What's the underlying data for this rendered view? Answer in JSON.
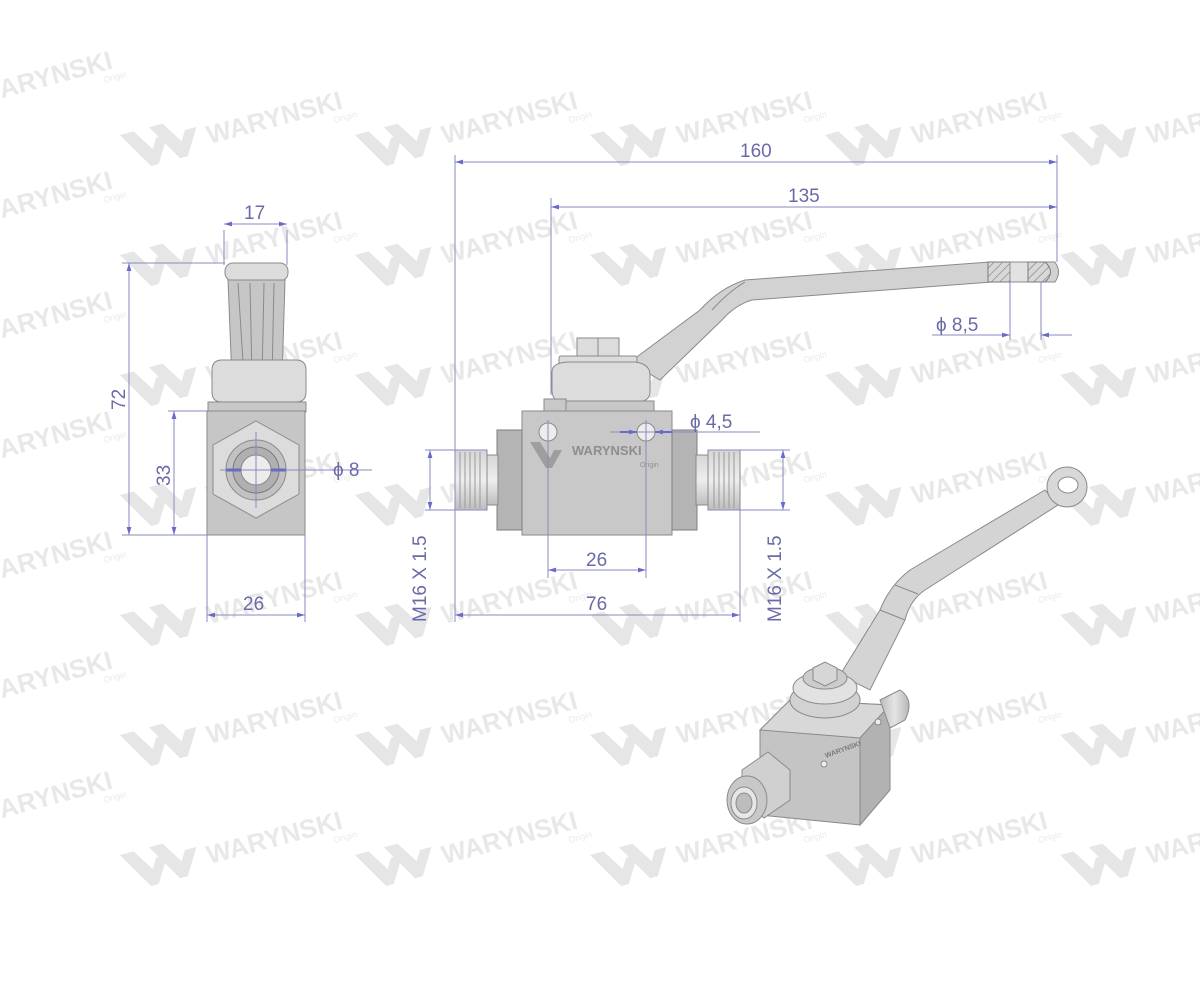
{
  "drawing": {
    "subject": "Hydraulic ball valve technical drawing",
    "watermark": {
      "brand": "WARYNSKI",
      "sub": "Origin",
      "logo_letter": "W"
    },
    "side_view": {
      "dims": {
        "top_width": "17",
        "total_height": "72",
        "body_height": "33",
        "bore_diameter": "ϕ 8",
        "body_width": "26"
      }
    },
    "front_view": {
      "dims": {
        "overall_length": "160",
        "handle_length": "135",
        "handle_hole": "ϕ 8,5",
        "mount_hole": "ϕ 4,5",
        "hole_spacing": "26",
        "body_length": "76",
        "thread_left": "M16 X 1.5",
        "thread_right": "M16 X 1.5"
      },
      "body_label": "WARYNSKI",
      "body_label_sub": "Origin"
    },
    "iso_view": {
      "body_label": "WARYNSKI"
    },
    "colors": {
      "dimension": "#6a6aa8",
      "dimension_line": "#8a8ac0",
      "metal": "#c8c8c8",
      "watermark": "#e6e6e6",
      "background": "#ffffff"
    }
  }
}
